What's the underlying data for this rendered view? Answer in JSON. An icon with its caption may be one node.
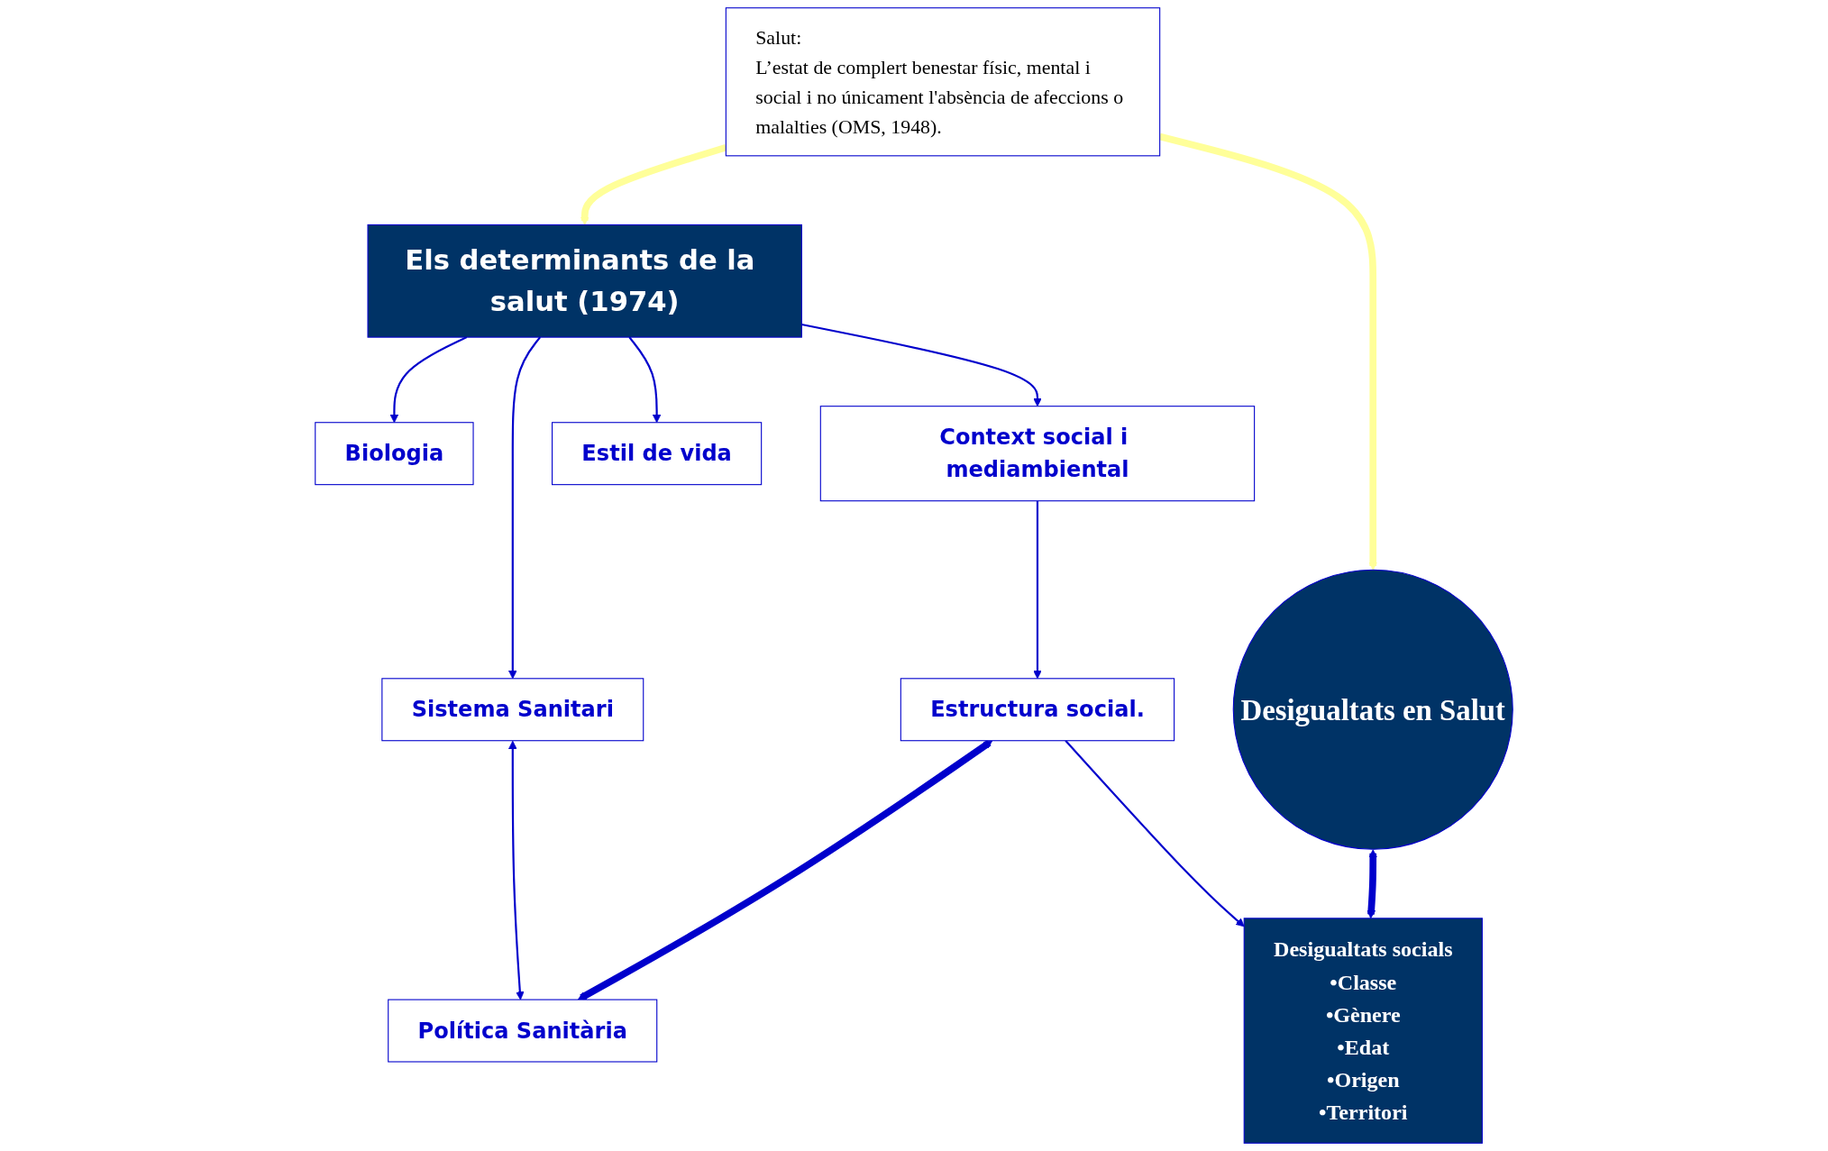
{
  "diagram": {
    "nodes": [
      {
        "text": [
          "Salut:",
          "L’estat de complert benestar físic, mental i social i no únicament l'absència de afeccions o malalties (OMS, 1948)."
        ]
      },
      {
        "text": [
          "Els determinants de la salut (1974)"
        ]
      },
      {
        "text": [
          "Biologia"
        ]
      },
      {
        "text": [
          "Context social i mediambiental"
        ]
      },
      {
        "text": [
          "Estil de vida"
        ]
      },
      {
        "text": [
          "Sistema Sanitari"
        ]
      },
      {
        "text": [
          "Estructura social."
        ]
      },
      {
        "text": [
          "Política Sanitària"
        ]
      },
      {
        "text": [
          "Desigualtats en Salut"
        ]
      },
      {
        "text": [
          "Desigualtats socials",
          "•Classe",
          "•Gènere",
          "•Edat",
          "•Origen",
          "•Territori"
        ]
      }
    ],
    "edges": [
      {
        "from": 0,
        "to": 1,
        "arrow": "to",
        "style": "thick",
        "color": "#ffff99"
      },
      {
        "from": 1,
        "to": 2,
        "arrow": "to"
      },
      {
        "from": 1,
        "to": 3,
        "arrow": "to"
      },
      {
        "from": 1,
        "to": 4,
        "arrow": "to"
      },
      {
        "from": 1,
        "to": 5,
        "arrow": "to"
      },
      {
        "from": 3,
        "to": 6,
        "arrow": "to"
      },
      {
        "from": 5,
        "to": 7,
        "arrow": "both"
      },
      {
        "from": 6,
        "to": 7,
        "arrow": "both",
        "style": "thick"
      },
      {
        "from": 6,
        "to": 9,
        "arrow": "to"
      },
      {
        "from": 0,
        "to": 8,
        "arrow": "to",
        "style": "thick",
        "color": "#ffff99"
      },
      {
        "from": 8,
        "to": 9,
        "arrow": "both",
        "style": "thick"
      }
    ]
  }
}
